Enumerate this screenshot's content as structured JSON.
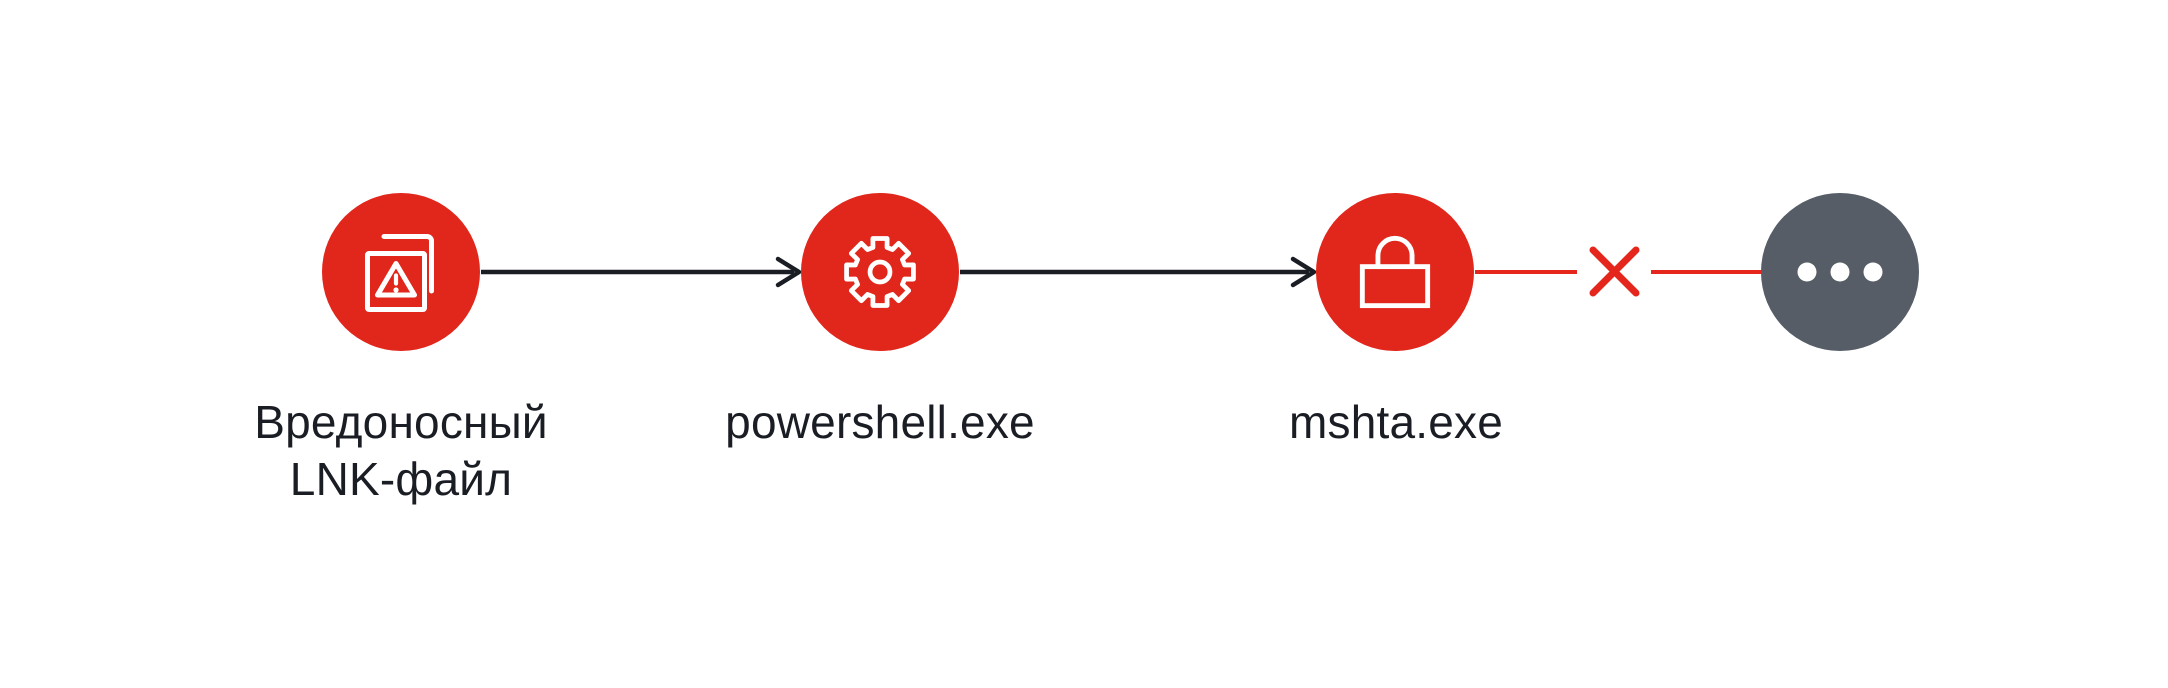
{
  "diagram": {
    "type": "process-flow-attack-chain",
    "nodes": [
      {
        "id": "lnk-file",
        "label": "Вредоносный\nLNK-файл",
        "icon": "documents-warning-icon",
        "circle_color": "#e1261b"
      },
      {
        "id": "powershell",
        "label": "powershell.exe",
        "icon": "gear-icon",
        "circle_color": "#e1261b"
      },
      {
        "id": "mshta",
        "label": "mshta.exe",
        "icon": "lock-icon",
        "circle_color": "#e1261b"
      },
      {
        "id": "next-step",
        "label": "",
        "icon": "ellipsis-icon",
        "circle_color": "#565d67"
      }
    ],
    "connectors": [
      {
        "from": "lnk-file",
        "to": "powershell",
        "style": "arrow",
        "color": "#1a1d23"
      },
      {
        "from": "powershell",
        "to": "mshta",
        "style": "arrow",
        "color": "#1a1d23"
      },
      {
        "from": "mshta",
        "to": "next-step",
        "style": "blocked",
        "color": "#e5261c",
        "marker": "x-cross"
      }
    ],
    "colors": {
      "node_red": "#e1261b",
      "node_gray": "#565d67",
      "arrow_black": "#1a1d23",
      "blocked_red": "#e5261c",
      "label_text": "#1a1d23",
      "icon_stroke": "#ffffff",
      "background": "#ffffff"
    }
  }
}
